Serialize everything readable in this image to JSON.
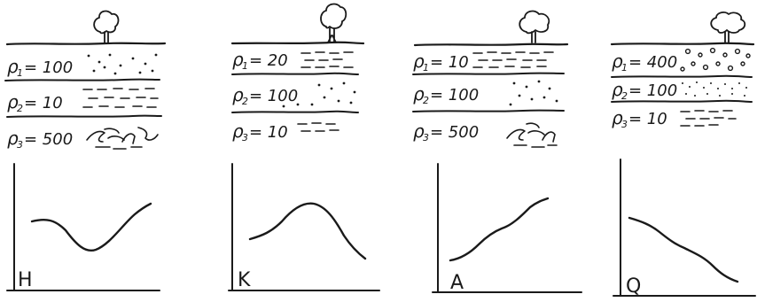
{
  "panels": [
    {
      "id": "H",
      "label": "H",
      "layers": [
        {
          "rho_label": "ρ",
          "sub": "1",
          "value": "= 100",
          "texture": "dots"
        },
        {
          "rho_label": "ρ",
          "sub": "2",
          "value": "= 10",
          "texture": "dashes"
        },
        {
          "rho_label": "ρ",
          "sub": "3",
          "value": "= 500",
          "texture": "rock"
        }
      ],
      "curve_shape": "min-middle"
    },
    {
      "id": "K",
      "label": "K",
      "layers": [
        {
          "rho_label": "ρ",
          "sub": "1",
          "value": "= 20",
          "texture": "dashes"
        },
        {
          "rho_label": "ρ",
          "sub": "2",
          "value": "= 100",
          "texture": "dots"
        },
        {
          "rho_label": "ρ",
          "sub": "3",
          "value": "= 10",
          "texture": "dashes"
        }
      ],
      "curve_shape": "max-middle"
    },
    {
      "id": "A",
      "label": "A",
      "layers": [
        {
          "rho_label": "ρ",
          "sub": "1",
          "value": "= 10",
          "texture": "dashes"
        },
        {
          "rho_label": "ρ",
          "sub": "2",
          "value": "= 100",
          "texture": "dots"
        },
        {
          "rho_label": "ρ",
          "sub": "3",
          "value": "= 500",
          "texture": "rock"
        }
      ],
      "curve_shape": "ascending"
    },
    {
      "id": "Q",
      "label": "Q",
      "layers": [
        {
          "rho_label": "ρ",
          "sub": "1",
          "value": "= 400",
          "texture": "gravel"
        },
        {
          "rho_label": "ρ",
          "sub": "2",
          "value": "= 100",
          "texture": "fine-dots"
        },
        {
          "rho_label": "ρ",
          "sub": "3",
          "value": "= 10",
          "texture": "dashes"
        }
      ],
      "curve_shape": "descending"
    }
  ],
  "ink_color": "#1a1a1a",
  "icons": [
    "tree-icon"
  ]
}
